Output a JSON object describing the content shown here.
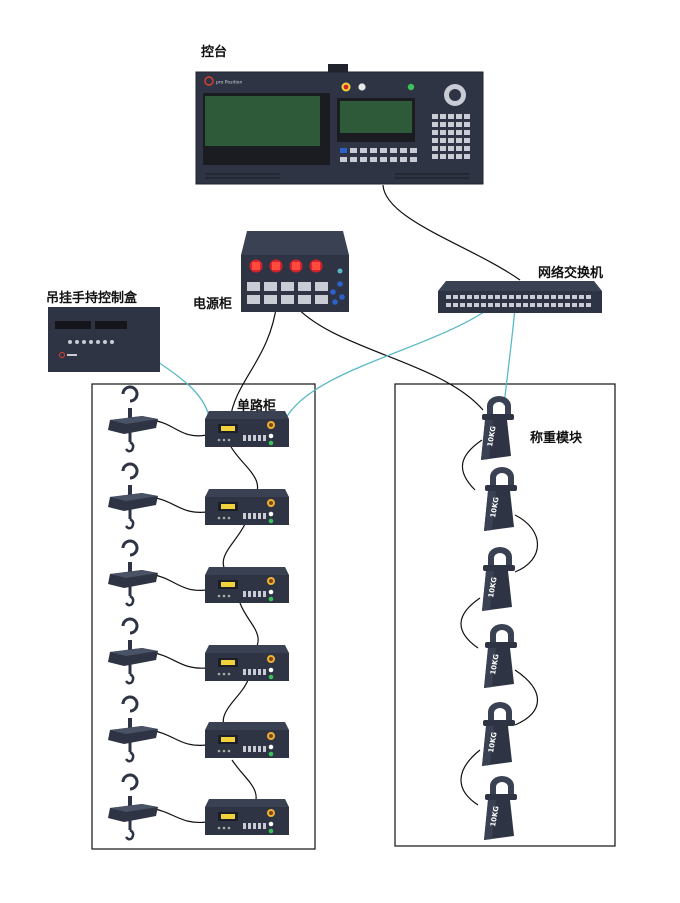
{
  "labels": {
    "console": "控台",
    "power_cabinet": "电源柜",
    "pendant": "吊挂手持控制盒",
    "switch": "网络交换机",
    "single_cabinet": "单路柜",
    "weighing": "称重模块"
  },
  "console": {
    "brand": "pro Position"
  },
  "load_cell_text": "10KG",
  "colors": {
    "device_body": "#2e3444",
    "device_dark": "#222632",
    "screen_green": "#2f5a3a",
    "accent_yellow": "#f2d23a",
    "red_plug": "#d4222a",
    "network_cable": "#58b9c4",
    "power_cable": "#111111"
  },
  "icons": [
    "hoist-icon",
    "load-cell-shackle-icon"
  ]
}
